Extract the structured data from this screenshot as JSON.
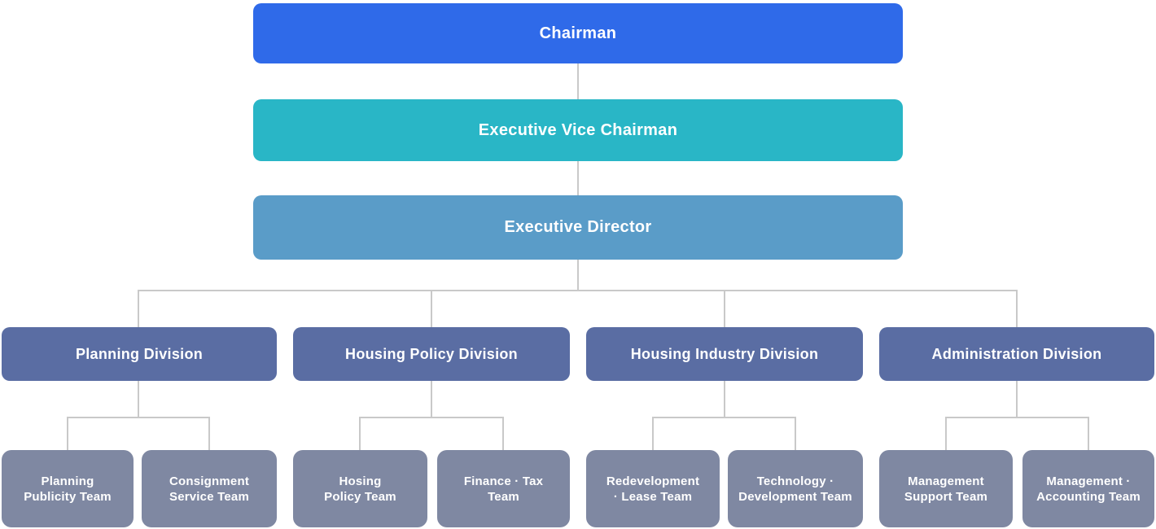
{
  "colors": {
    "background": "#ffffff",
    "text": "#ffffff",
    "connector": "#c9c9c9",
    "chairman_box": "#2f6ae9",
    "vice_chairman_box": "#29b6c6",
    "director_box": "#5a9cc8",
    "division_box": "#5a6da3",
    "team_box": "#7f88a2"
  },
  "nodes": {
    "chairman": {
      "label": "Chairman"
    },
    "executive_vice_chairman": {
      "label": "Executive Vice Chairman"
    },
    "executive_director": {
      "label": "Executive Director"
    }
  },
  "divisions": [
    {
      "label": "Planning Division"
    },
    {
      "label": "Housing Policy Division"
    },
    {
      "label": "Housing Industry Division"
    },
    {
      "label": "Administration Division"
    }
  ],
  "teams": [
    {
      "line1": "Planning",
      "line2": "Publicity Team"
    },
    {
      "line1": "Consignment",
      "line2": "Service Team"
    },
    {
      "line1": "Hosing",
      "line2": "Policy Team"
    },
    {
      "line1": "Finance · Tax",
      "line2": "Team"
    },
    {
      "line1": "Redevelopment",
      "line2": "· Lease Team"
    },
    {
      "line1": "Technology ·",
      "line2": "Development Team"
    },
    {
      "line1": "Management",
      "line2": "Support Team"
    },
    {
      "line1": "Management ·",
      "line2": "Accounting Team"
    }
  ]
}
